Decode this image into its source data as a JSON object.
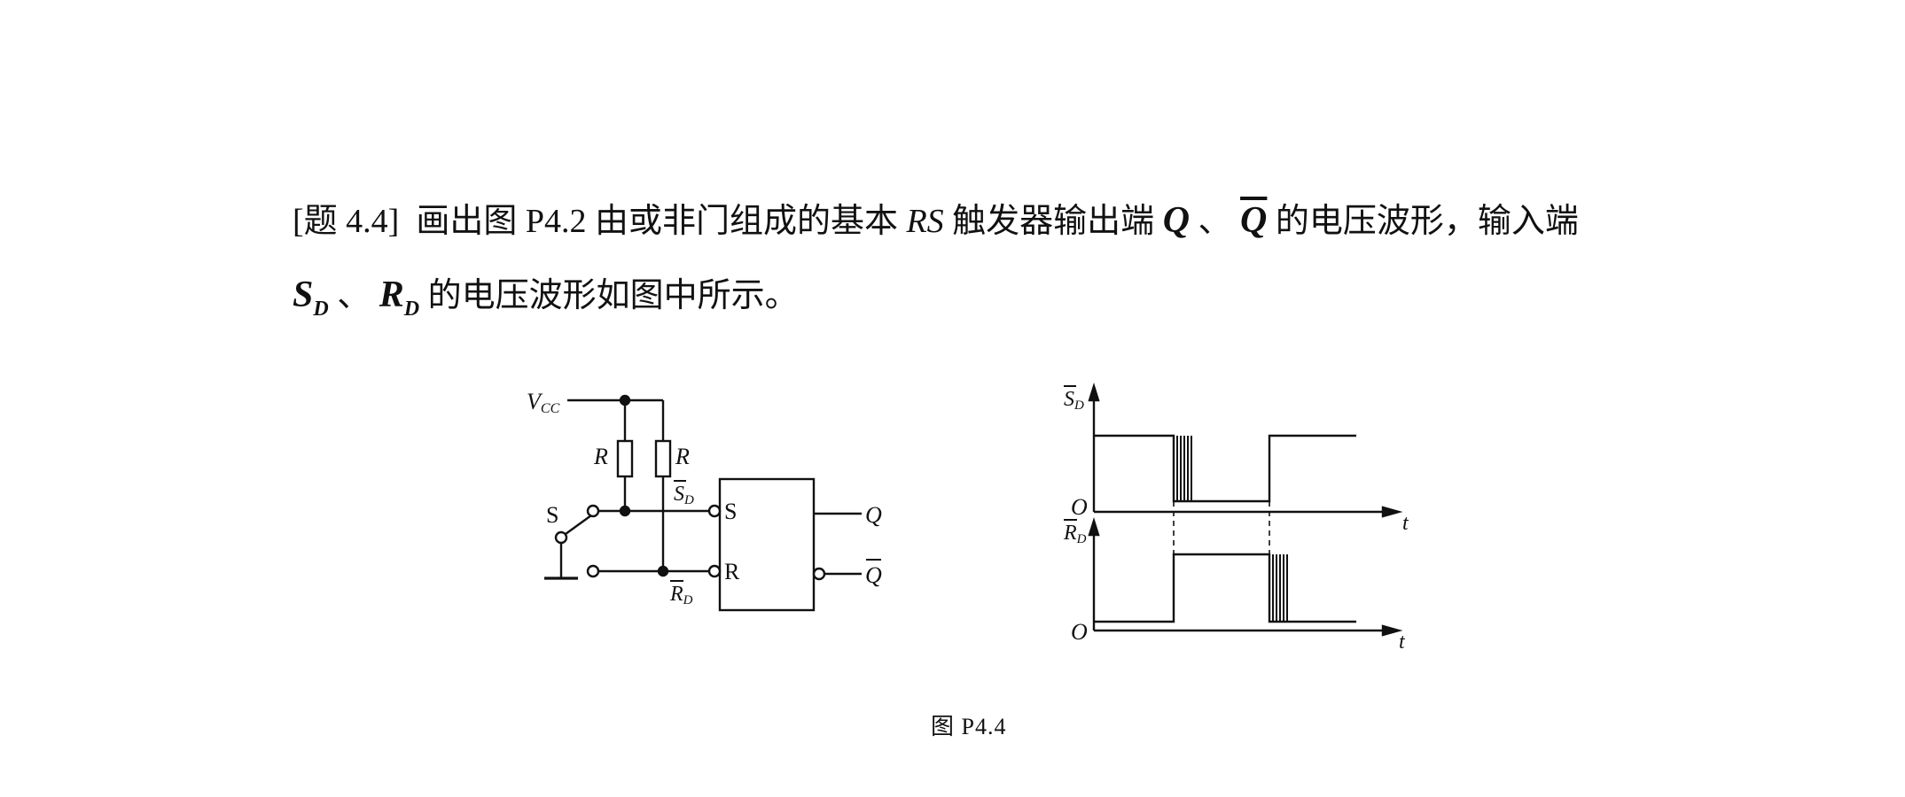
{
  "problem": {
    "number": "[题 4.4]",
    "text_a": "画出图 P4.2 由或非门组成的基本 ",
    "rs": "RS",
    "text_b": " 触发器输出端 ",
    "q": "Q",
    "sep1": "、",
    "qbar": "Q",
    "text_c": " 的电压波形，输入端",
    "sd_main": "S",
    "sd_sub": "D",
    "sep2": "、",
    "rd_main": "R",
    "rd_sub": "D",
    "text_d": "的电压波形如图中所示。"
  },
  "circuit": {
    "vcc": "V",
    "vcc_sub": "CC",
    "r_left": "R",
    "r_right": "R",
    "switch": "S",
    "sd_pin": "S",
    "sd_pin_sub": "D",
    "rd_pin": "R",
    "rd_pin_sub": "D",
    "ff_s": "S",
    "ff_r": "R",
    "out_q": "Q",
    "out_qbar": "Q"
  },
  "waveform": {
    "sd_axis": "S",
    "sd_axis_sub": "D",
    "rd_axis": "R",
    "rd_axis_sub": "D",
    "origin_top": "O",
    "origin_bottom": "O",
    "t_top": "t",
    "t_bottom": "t"
  },
  "caption": "图 P4.4"
}
